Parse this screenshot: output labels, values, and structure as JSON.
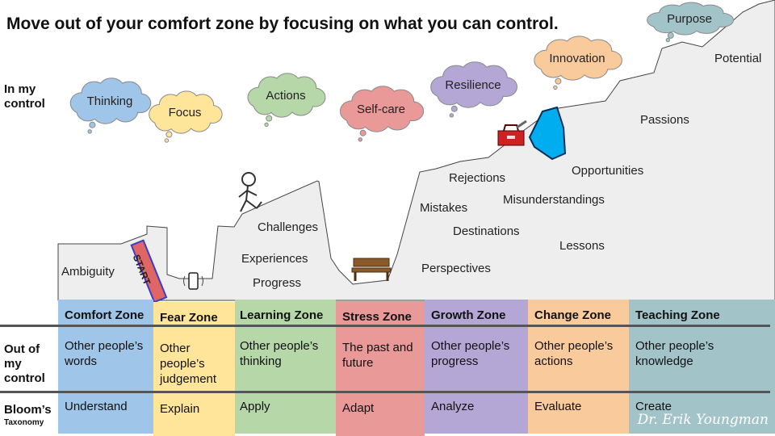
{
  "title": "Move out of your comfort zone by focusing on what you can control.",
  "row_labels": {
    "in_control": "In my control",
    "out_control": "Out of my control",
    "bloom": "Bloom’s",
    "bloom_sub": "Taxonomy"
  },
  "clouds": [
    {
      "label": "Thinking",
      "color": "#9fc5e8"
    },
    {
      "label": "Focus",
      "color": "#ffe599"
    },
    {
      "label": "Actions",
      "color": "#b6d7a8"
    },
    {
      "label": "Self-care",
      "color": "#ea9999"
    },
    {
      "label": "Resilience",
      "color": "#b4a7d6"
    },
    {
      "label": "Innovation",
      "color": "#f9cb9c"
    },
    {
      "label": "Purpose",
      "color": "#a2c4c9"
    }
  ],
  "terrain_labels": {
    "ambiguity": "Ambiguity",
    "start": "START",
    "challenges": "Challenges",
    "experiences": "Experiences",
    "progress": "Progress",
    "rejections": "Rejections",
    "mistakes": "Mistakes",
    "misunderstandings": "Misunderstandings",
    "destinations": "Destinations",
    "lessons": "Lessons",
    "perspectives": "Perspectives",
    "opportunities": "Opportunities",
    "passions": "Passions",
    "potential": "Potential"
  },
  "zones": [
    {
      "name": "Comfort Zone",
      "out": "Other people’s words",
      "bloom": "Understand",
      "color": "#9fc5e8"
    },
    {
      "name": "Fear Zone",
      "out": "Other people’s judgement",
      "bloom": "Explain",
      "color": "#ffe599"
    },
    {
      "name": "Learning Zone",
      "out": "Other people’s thinking",
      "bloom": "Apply",
      "color": "#b6d7a8"
    },
    {
      "name": "Stress Zone",
      "out": "The past and future",
      "bloom": "Adapt",
      "color": "#ea9999"
    },
    {
      "name": "Growth Zone",
      "out": "Other people’s progress",
      "bloom": "Analyze",
      "color": "#b4a7d6"
    },
    {
      "name": "Change Zone",
      "out": "Other people’s actions",
      "bloom": "Evaluate",
      "color": "#f9cb9c"
    },
    {
      "name": "Teaching Zone",
      "out": "Other people’s knowledge",
      "bloom": "Create",
      "color": "#a2c4c9"
    }
  ],
  "signature": "Dr. Erik Youngman",
  "colors": {
    "terrain": "#eeeeee",
    "terrain_outline": "#444444",
    "start_sign": "#e06666",
    "start_border": "#3c3cc8",
    "crystal": "#00aeef",
    "toolbox": "#cc2222",
    "bench": "#8b5a2b"
  },
  "icons": [
    "phone-icon",
    "stick-figure-icon",
    "bench-icon",
    "toolbox-icon"
  ]
}
